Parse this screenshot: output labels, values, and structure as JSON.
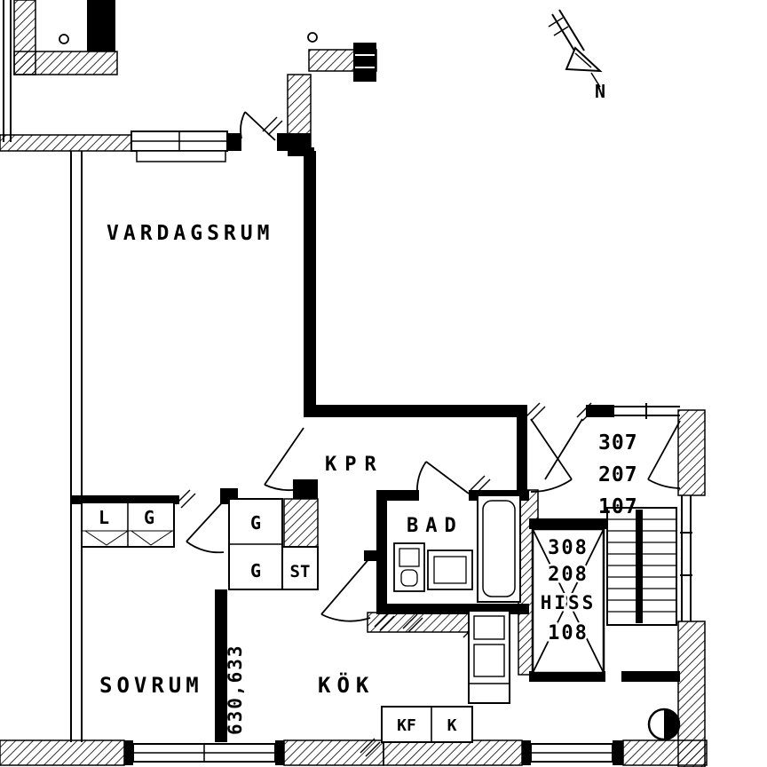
{
  "floorplan": {
    "rooms": {
      "vardagsrum": "VARDAGSRUM",
      "kpr": "KPR",
      "bad": "BAD",
      "sovrum": "SOVRUM",
      "kok": "KÖK"
    },
    "closets": {
      "linen": "L",
      "g_hall": "G",
      "g_top": "G",
      "g_bottom": "G",
      "st": "ST"
    },
    "kitchen": {
      "kf": "KF",
      "k": "K"
    },
    "elevator": {
      "label": "HISS",
      "shaft_numbers": [
        "308",
        "208",
        "108"
      ]
    },
    "apartment_numbers": [
      "307",
      "207",
      "107"
    ],
    "drawing_number": "630,633",
    "north_label": "N",
    "colors": {
      "ink": "#000000",
      "paper": "#ffffff"
    }
  }
}
